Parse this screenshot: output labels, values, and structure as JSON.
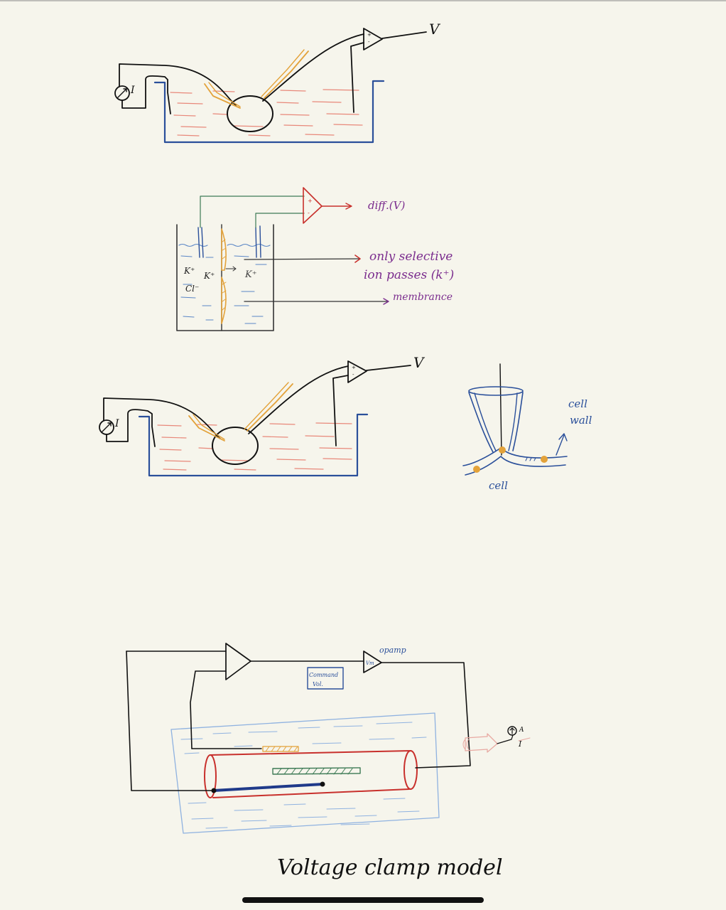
{
  "diagram1": {
    "current_label": "I",
    "voltage_label": "V"
  },
  "diagram2": {
    "amp_output_label": "diff.(V)",
    "ion_label_line1": "only selective",
    "ion_label_line2": "ion passes (k⁺)",
    "membrane_label": "membrance",
    "left_ions": [
      "K⁺",
      "Cl⁻",
      "K⁺"
    ],
    "right_ion": "K⁺"
  },
  "diagram3": {
    "current_label": "I",
    "voltage_label": "V"
  },
  "patch_diagram": {
    "wall_label_line1": "cell",
    "wall_label_line2": "wall",
    "cell_label": "cell"
  },
  "voltage_clamp": {
    "opamp_label": "opamp",
    "vm_label": "Vm",
    "command_line1": "Command",
    "command_line2": "Vol.",
    "ammeter_label": "A",
    "current_label": "I",
    "title": "Voltage clamp model"
  },
  "colors": {
    "ink": "#111111",
    "blue": "#2a4f9a",
    "orange": "#e3a23a",
    "salmon": "#e8887a",
    "green": "#3d7a55",
    "red": "#c8302c",
    "purple": "#7b2d8e",
    "lightblue": "#8fb2e0",
    "darkblue": "#1f3a8a",
    "pink": "#e8a9a2"
  }
}
